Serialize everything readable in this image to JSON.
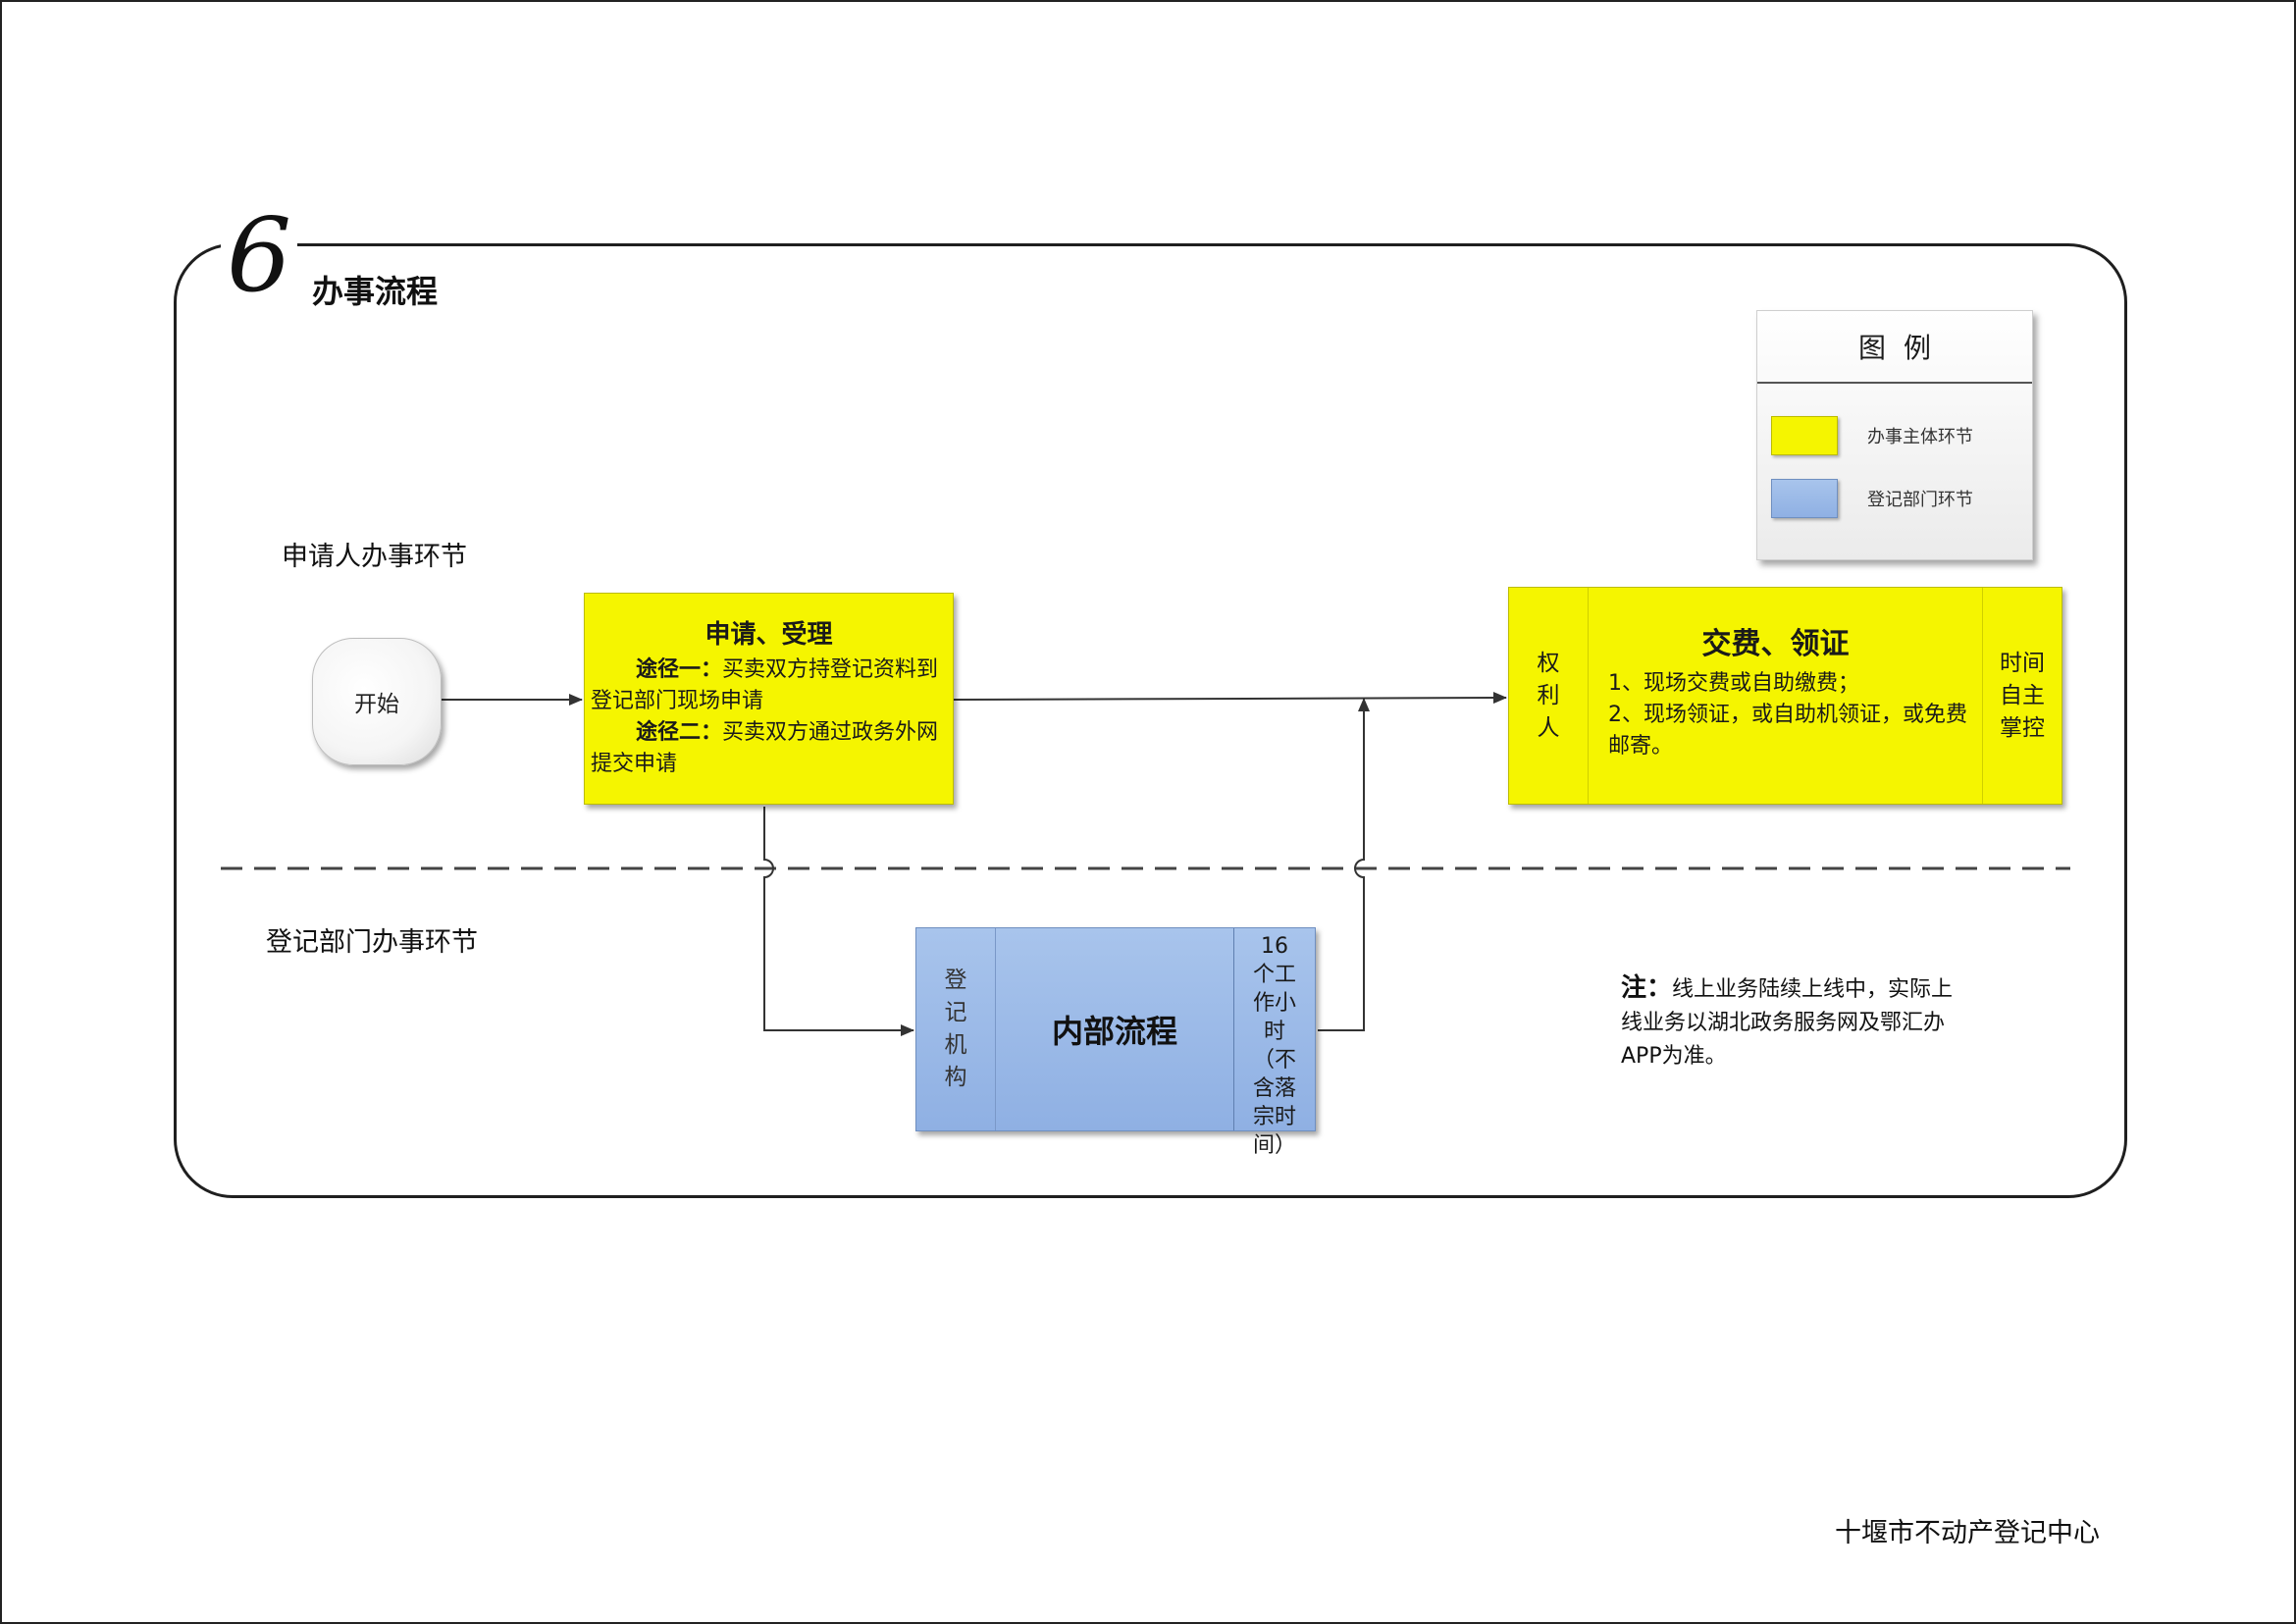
{
  "section": {
    "number": "6",
    "title": "办事流程"
  },
  "lanes": {
    "applicant": "申请人办事环节",
    "registry": "登记部门办事环节"
  },
  "nodes": {
    "start": "开始",
    "apply": {
      "title": "申请、受理",
      "route1_label": "途径一：",
      "route1_text": "买卖双方持登记资料到登记部门现场申请",
      "route2_label": "途径二：",
      "route2_text": "买卖双方通过政务外网提交申请"
    },
    "pay": {
      "side_left": "权利人",
      "title": "交费、领证",
      "line1": "1、现场交费或自助缴费；",
      "line2": "2、现场领证，或自助机领证，或免费邮寄。",
      "side_right": "时间自主掌控"
    },
    "internal": {
      "side_left": "登记机构",
      "title": "内部流程",
      "side_right": "16个工作小时（不含落宗时间）"
    }
  },
  "legend": {
    "title": "图例",
    "items": [
      {
        "label": "办事主体环节",
        "color": "#f5f500"
      },
      {
        "label": "登记部门环节",
        "color": "#9dbbe8"
      }
    ]
  },
  "note": {
    "label": "注：",
    "text": "线上业务陆续上线中，实际上线业务以湖北政务服务网及鄂汇办APP为准。"
  },
  "footer": "十堰市不动产登记中心"
}
